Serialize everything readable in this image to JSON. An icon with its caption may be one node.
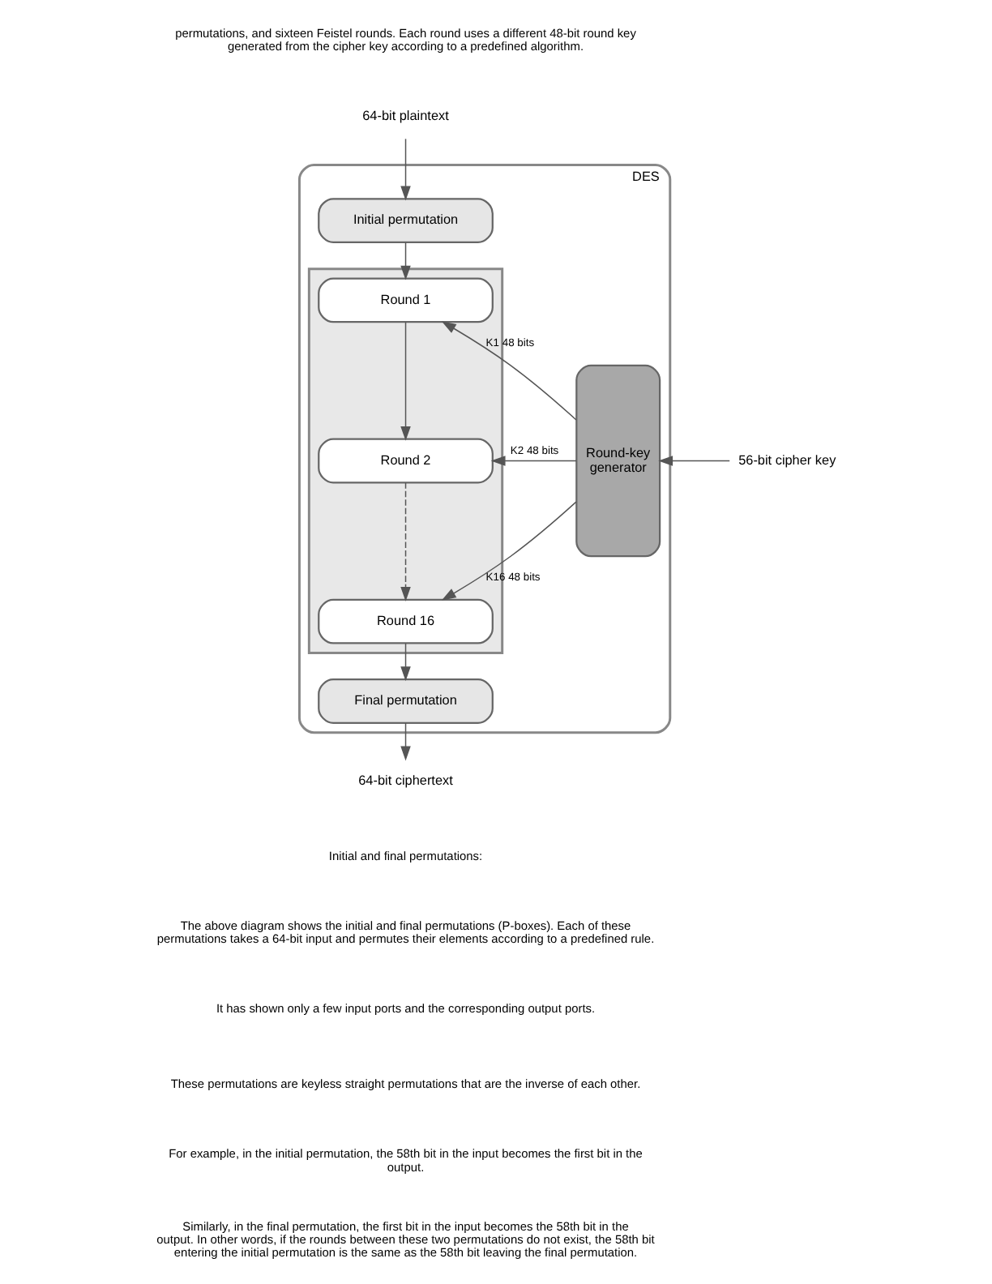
{
  "diagram": {
    "nodes": [
      {
        "text": [
          "DES"
        ]
      },
      {
        "text": [
          "Initial permutation"
        ],
        "in": 0
      },
      {
        "text": [],
        "shape": "box",
        "in": 0
      },
      {
        "text": [
          "Round 1"
        ],
        "in": 2
      },
      {
        "text": [
          "Round 2"
        ],
        "in": 2
      },
      {
        "text": [
          "Round 16"
        ],
        "in": 2
      },
      {
        "text": [
          "Final permutation"
        ],
        "in": 0
      },
      {
        "text": [
          "Round-key generator"
        ],
        "in": 0
      },
      {
        "text": [
          "64-bit plaintext"
        ]
      },
      {
        "text": [
          "64-bit ciphertext"
        ]
      },
      {
        "text": [
          "56-bit cipher key"
        ]
      }
    ],
    "edges": [
      {
        "from": 8,
        "to": 1,
        "arrow": "to"
      },
      {
        "from": 1,
        "to": 3,
        "arrow": "to"
      },
      {
        "from": 3,
        "to": 4,
        "arrow": "to"
      },
      {
        "from": 4,
        "to": 5,
        "arrow": "to",
        "style": "dashed"
      },
      {
        "from": 5,
        "to": 6,
        "arrow": "to"
      },
      {
        "from": 6,
        "to": 9,
        "arrow": "to"
      },
      {
        "from": 10,
        "to": 7,
        "arrow": "to"
      },
      {
        "from": 7,
        "to": 3,
        "arrow": "to",
        "label": "K1 48 bits"
      },
      {
        "from": 7,
        "to": 4,
        "arrow": "to",
        "label": "K2 48 bits"
      },
      {
        "from": 7,
        "to": 5,
        "arrow": "to",
        "label": "K16 48 bits"
      }
    ],
    "labels": [
      "permutations, and sixteen Feistel rounds. Each round uses a different 48-bit round key generated from the cipher key according to a predefined algorithm.",
      "Initial and final permutations:",
      "The above diagram shows the initial and final permutations (P-boxes). Each of these permutations takes a 64-bit input and permutes their elements according to a predefined rule.",
      "It has shown only a few input ports and the corresponding output ports.",
      "These permutations are keyless straight permutations that are the inverse of each other.",
      "For example, in the initial permutation, the 58th bit in the input becomes the first bit in the output.",
      "Similarly, in the final permutation, the first bit in the input becomes the 58th bit in the output. In other words, if the rounds between these two permutations do not exist, the 58th bit entering the initial permutation is the same as the 58th bit leaving the final permutation."
    ]
  }
}
